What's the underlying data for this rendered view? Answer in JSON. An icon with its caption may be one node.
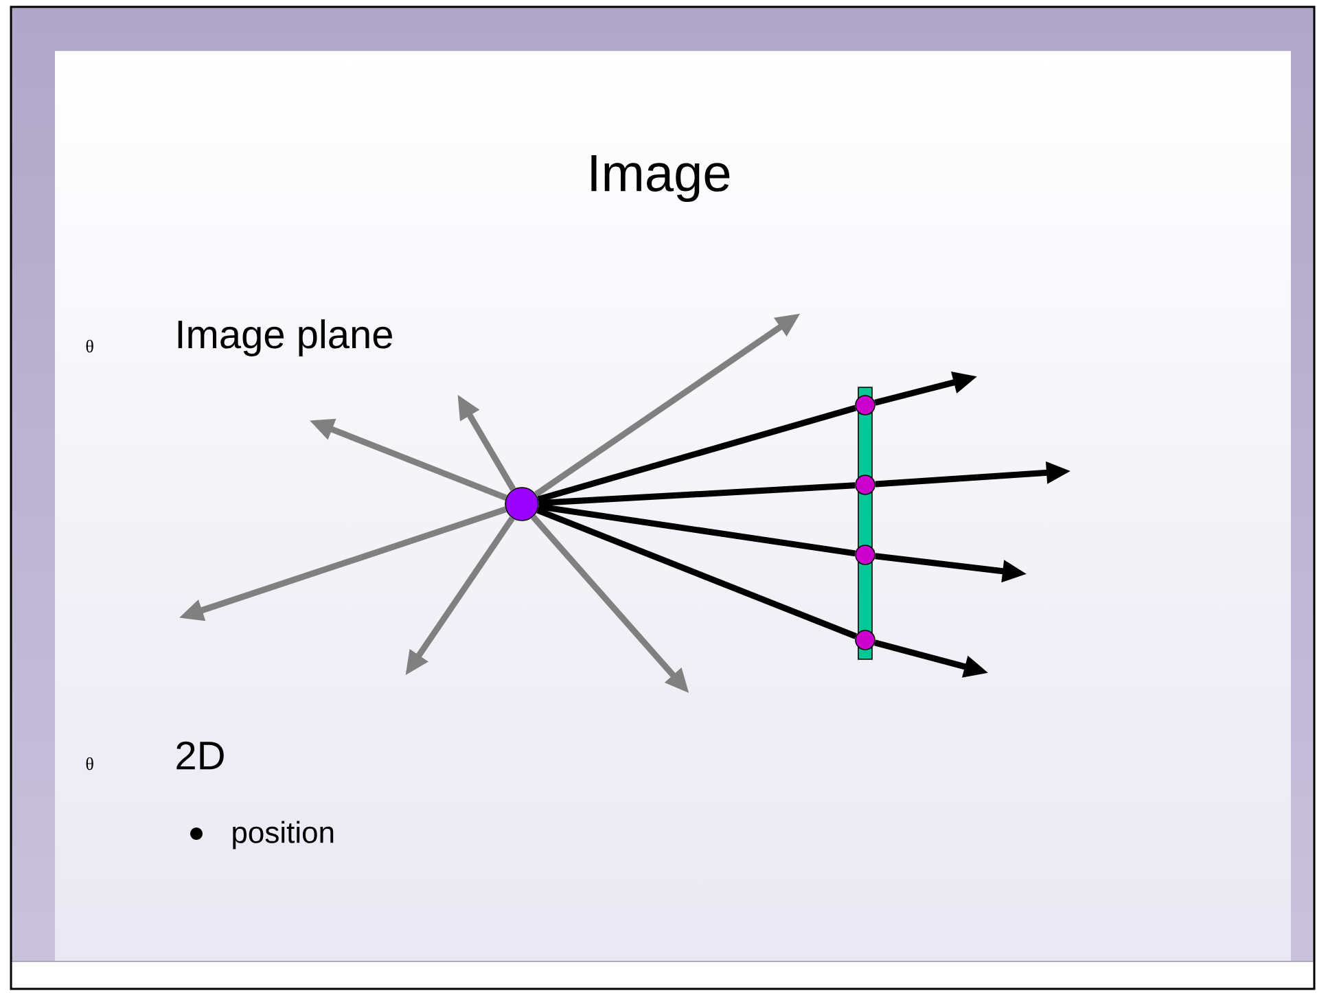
{
  "diagram": {
    "title": "Image",
    "nodes": [
      {
        "text": [],
        "shape": "circle"
      },
      {
        "text": [],
        "shape": "bar"
      },
      {
        "text": [],
        "shape": "circle",
        "in": 1
      },
      {
        "text": [],
        "shape": "circle",
        "in": 1
      },
      {
        "text": [],
        "shape": "circle",
        "in": 1
      },
      {
        "text": [],
        "shape": "circle",
        "in": 1
      }
    ],
    "edges": [
      {
        "from": 0,
        "to": null,
        "arrow": "to",
        "color": "#808080"
      },
      {
        "from": 0,
        "to": null,
        "arrow": "to",
        "color": "#808080"
      },
      {
        "from": 0,
        "to": null,
        "arrow": "to",
        "color": "#808080"
      },
      {
        "from": 0,
        "to": null,
        "arrow": "to",
        "color": "#808080"
      },
      {
        "from": 0,
        "to": null,
        "arrow": "to",
        "color": "#808080"
      },
      {
        "from": 0,
        "to": null,
        "arrow": "to",
        "color": "#808080"
      },
      {
        "from": 0,
        "to": 2,
        "arrow": "none"
      },
      {
        "from": 2,
        "to": null,
        "arrow": "to"
      },
      {
        "from": 0,
        "to": 3,
        "arrow": "none"
      },
      {
        "from": 3,
        "to": null,
        "arrow": "to"
      },
      {
        "from": 0,
        "to": 4,
        "arrow": "none"
      },
      {
        "from": 4,
        "to": null,
        "arrow": "to"
      },
      {
        "from": 0,
        "to": 5,
        "arrow": "none"
      },
      {
        "from": 5,
        "to": null,
        "arrow": "to"
      }
    ],
    "labels": [
      "θ",
      "Image plane",
      "θ",
      "2D",
      "position"
    ]
  }
}
